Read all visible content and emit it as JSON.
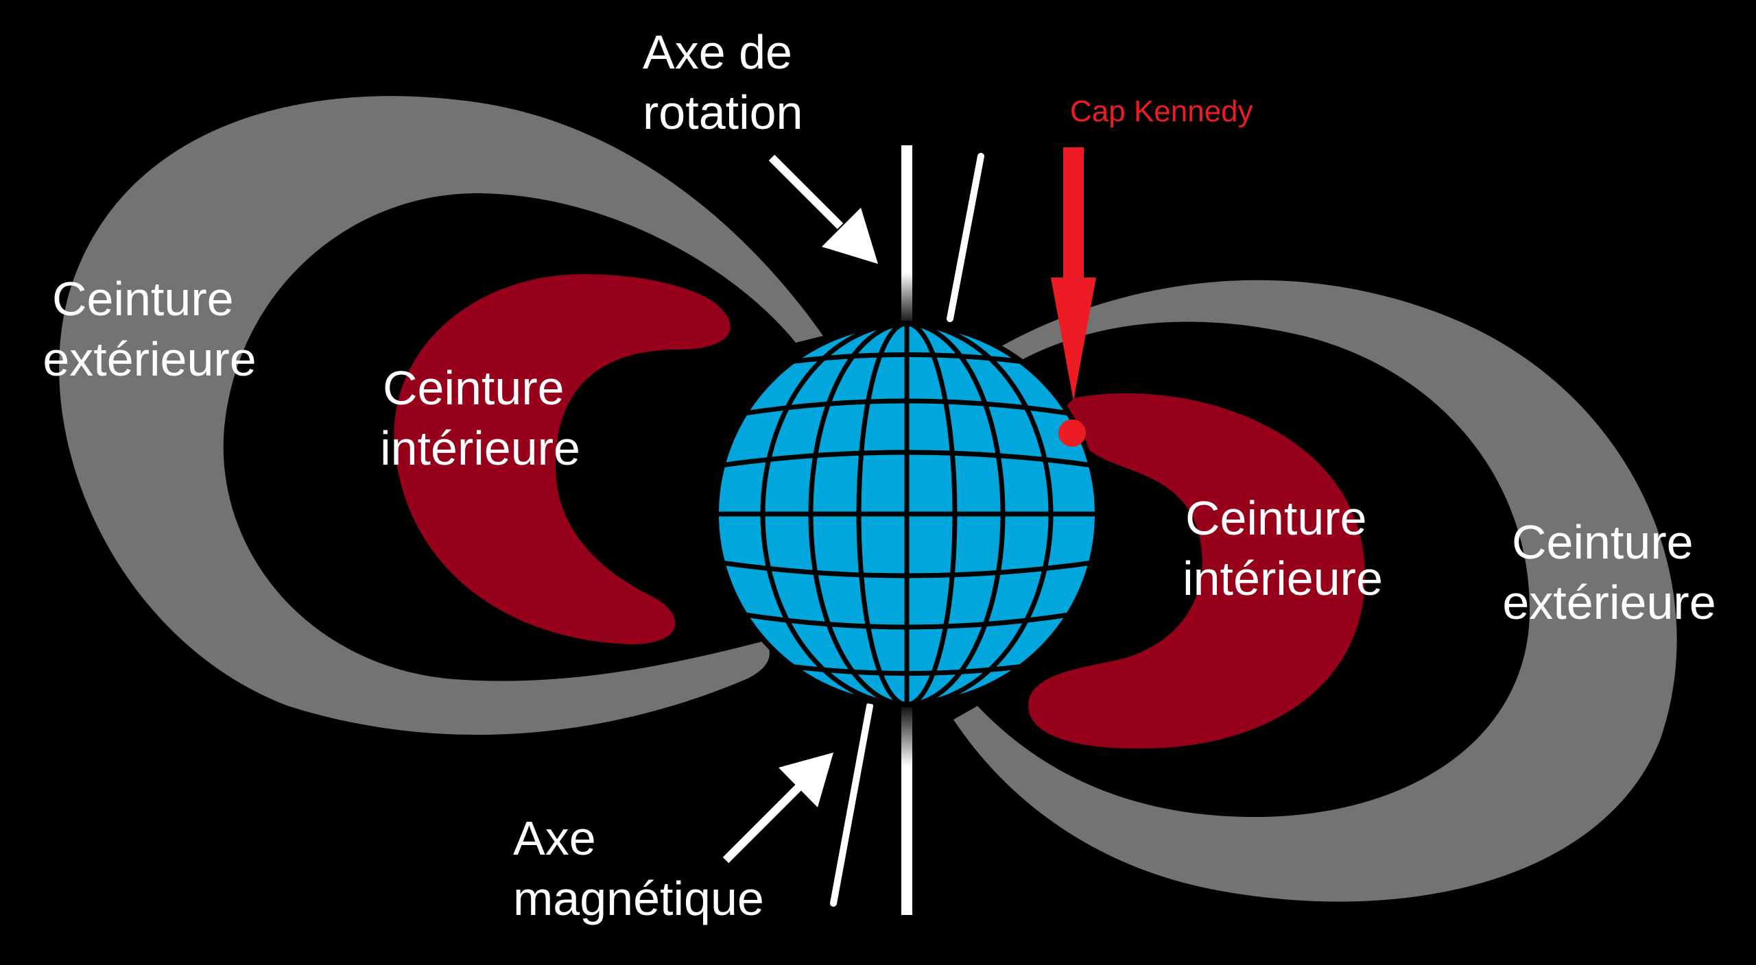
{
  "labels": {
    "rotation_axis": [
      "Axe de",
      "rotation"
    ],
    "magnetic_axis": [
      "Axe",
      "magnétique"
    ],
    "outer_belt_left": [
      "Ceinture",
      "extérieure"
    ],
    "inner_belt_left": [
      "Ceinture",
      "intérieure"
    ],
    "inner_belt_right": [
      "Ceinture",
      "intérieure"
    ],
    "outer_belt_right": [
      "Ceinture",
      "extérieure"
    ],
    "cape": "Cap Kennedy"
  },
  "colors": {
    "background": "#000000",
    "outer_belt": "#737373",
    "inner_belt": "#96001a",
    "earth": "#00a6dc",
    "grid": "#000000",
    "axis": "#ffffff",
    "marker": "#ed1c24",
    "text": "#ffffff"
  },
  "icons": {
    "earth": "globe-icon",
    "marker": "arrow-down-icon"
  }
}
